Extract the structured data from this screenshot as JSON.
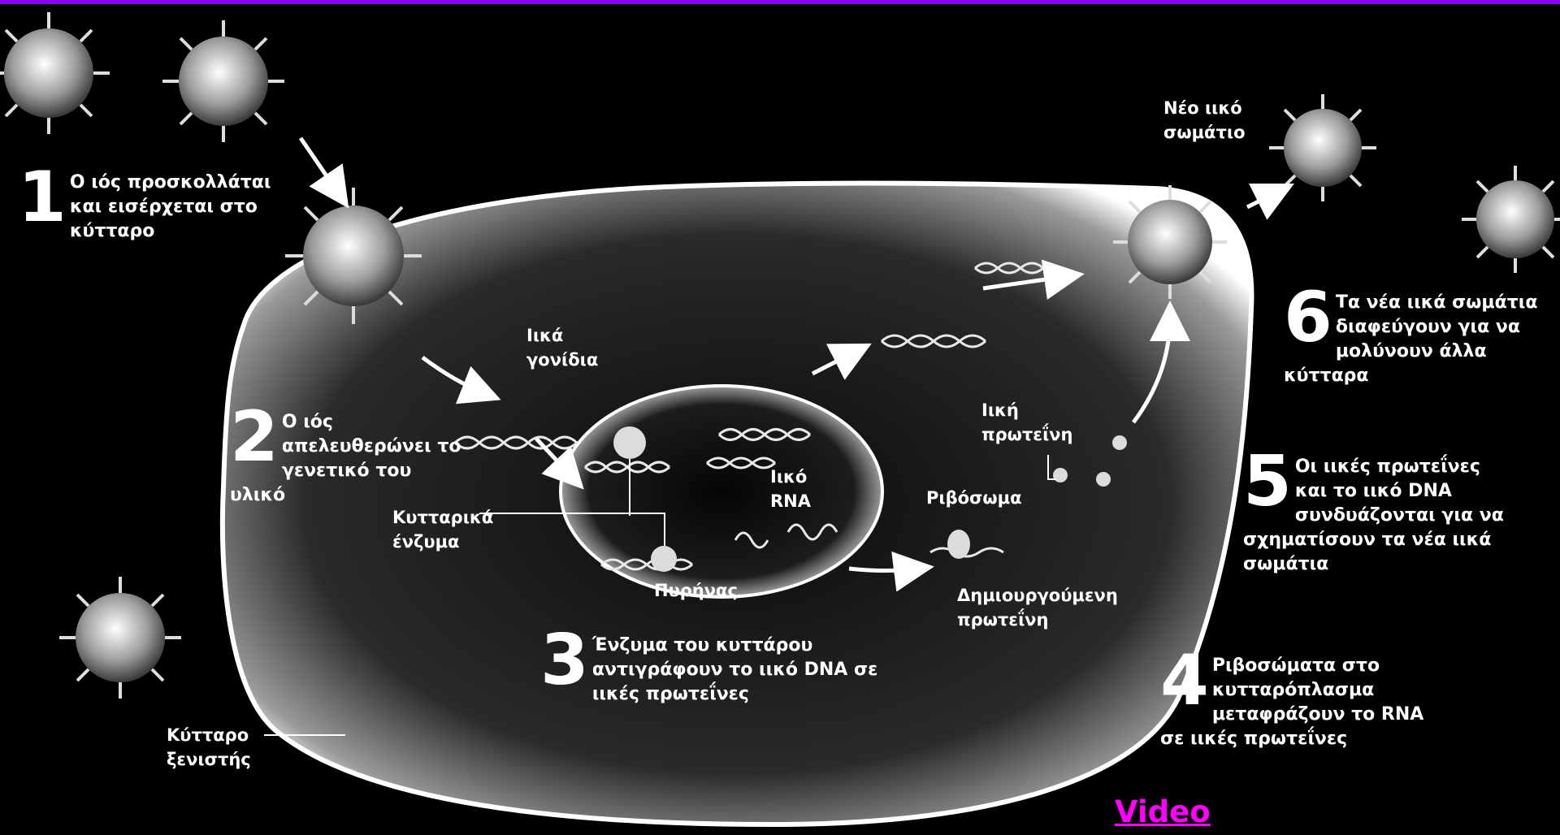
{
  "colors": {
    "background": "#000000",
    "top_bar": "#8a00ff",
    "link": "#ff00ff",
    "text": "#ffffff"
  },
  "steps": [
    {
      "num": "1",
      "text": "Ο ιός προσκολλάται και εισέρχεται στο κύτταρο"
    },
    {
      "num": "2",
      "text": "Ο ιός απελευθερώνει το γενετικό του υλικό"
    },
    {
      "num": "3",
      "text": "Ένζυμα του κυττάρου αντιγράφουν το ιικό DNA σε ιικές πρωτεΐνες"
    },
    {
      "num": "4",
      "text": "Ριβοσώματα στο κυτταρόπλασμα μεταφράζουν το RNA σε ιικές πρωτεΐνες"
    },
    {
      "num": "5",
      "text": "Οι ιικές πρωτεΐνες και το ιικό DNA συνδυάζονται για να σχηματίσουν τα νέα ιικά σωμάτια"
    },
    {
      "num": "6",
      "text": "Τα νέα ιικά σωμάτια διαφεύγουν για να μολύνουν άλλα κύτταρα"
    }
  ],
  "labels": {
    "new_particle": "Νέο ιικό σωμάτιο",
    "viral_genes": "Ιικά γονίδια",
    "viral_protein": "Ιική πρωτεΐνη",
    "ribosome": "Ριβόσωμα",
    "viral_rna": "Ιικό RNA",
    "cell_enzymes": "Κυτταρικά ένζυμα",
    "nucleus": "Πυρήνας",
    "new_protein": "Δημιουργούμενη πρωτεΐνη",
    "host_cell": "Κύτταρο ξενιστής"
  },
  "video_link": "Video"
}
